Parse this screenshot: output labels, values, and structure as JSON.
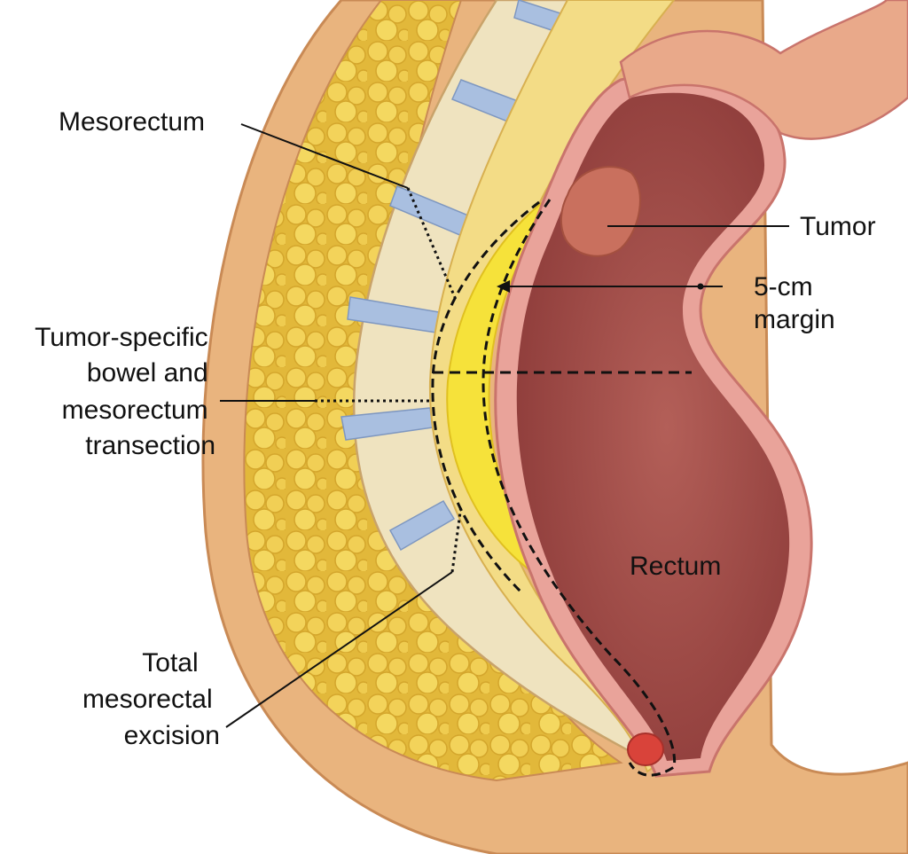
{
  "title": "Total mesorectal excision diagram",
  "labels": {
    "mesorectum": "Mesorectum",
    "tumor": "Tumor",
    "margin": [
      "5-cm",
      "margin"
    ],
    "transection": [
      "Tumor-specific",
      "bowel and",
      "mesorectum",
      "transection"
    ],
    "rectum": "Rectum",
    "tme": [
      "Total",
      "mesorectal",
      "excision"
    ]
  },
  "colors": {
    "skin": "#e9b47e",
    "fat": "#e9c64a",
    "bone": "#efe3bf",
    "disc": "#a9bfe0",
    "mesorectum": "#f6e23a",
    "rectum": "#a9504c",
    "rectum_wall": "#e9a39a",
    "tumor": "#c9705e"
  }
}
